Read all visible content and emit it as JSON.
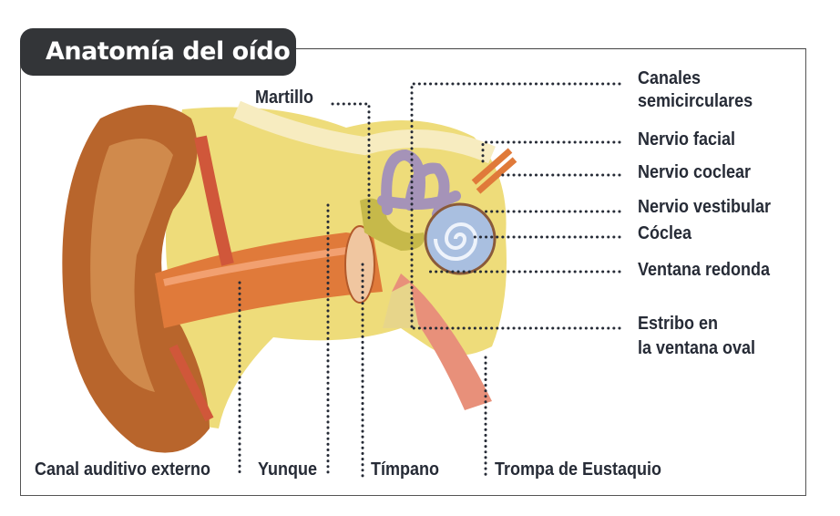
{
  "title": "Anatomía del oído",
  "labels": {
    "martillo": "Martillo",
    "canales_1": "Canales",
    "canales_2": "semicirculares",
    "nervio_facial": "Nervio facial",
    "nervio_coclear": "Nervio coclear",
    "nervio_vestibular": "Nervio vestibular",
    "coclea": "Cóclea",
    "ventana_redonda": "Ventana redonda",
    "estribo_1": "Estribo en",
    "estribo_2": "la ventana oval",
    "canal_auditivo": "Canal auditivo externo",
    "yunque": "Yunque",
    "timpano": "Tímpano",
    "trompa": "Trompa de Eustaquio"
  },
  "colors": {
    "title_bg": "#333538",
    "label": "#262b36",
    "skin": "#b8652c",
    "bone": "#eedc7a",
    "cochlea": "#a9bfe0",
    "canals": "#a593b8",
    "canal": "#e07a3a"
  }
}
